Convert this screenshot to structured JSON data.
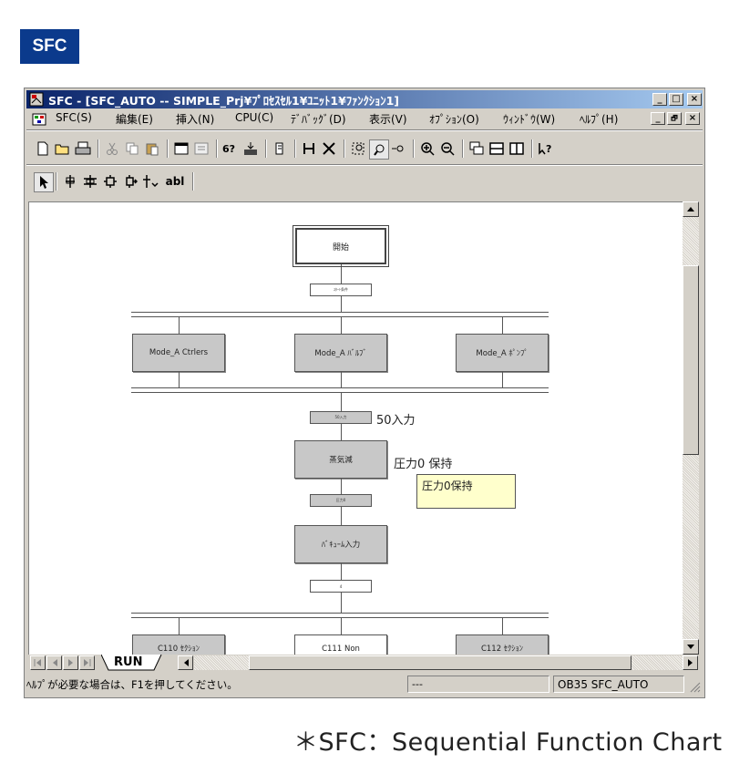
{
  "label": "SFC",
  "window": {
    "title": "SFC - [SFC_AUTO -- SIMPLE_Prj¥ﾌﾟﾛｾｽｾﾙ1¥ﾕﾆｯﾄ1¥ﾌｧﾝｸｼｮﾝ1]",
    "controls": {
      "minimize": "_",
      "maximize": "□",
      "close": "×",
      "restore": "🗗"
    }
  },
  "menu": [
    "SFC(S)",
    "編集(E)",
    "挿入(N)",
    "CPU(C)",
    "ﾃﾞﾊﾞｯｸﾞ(D)",
    "表示(V)",
    "ｵﾌﾟｼｮﾝ(O)",
    "ｳｨﾝﾄﾞｳ(W)",
    "ﾍﾙﾌﾟ(H)"
  ],
  "toolbar2": {
    "text_tool": "abl"
  },
  "diagram": {
    "start_step": "開始",
    "steps_row1": [
      "Mode_A Ctrlers",
      "Mode_A ﾊﾞﾙﾌﾞ",
      "Mode_A ﾎﾟﾝﾌﾟ"
    ],
    "step_steam": "蒸気減",
    "step_vacuum": "ﾊﾞｷｭｰﾑ入力",
    "steps_row2": [
      "C110 ｾｸｼｮﾝ",
      "C111 Non",
      "C112 ｾｸｼｮﾝ"
    ],
    "transition_label": "50入力",
    "step_label": "圧力0 保持",
    "comment": "圧力0保持",
    "trans1_text": "ｽﾀｰﾄ条件",
    "trans2_text": "50入力",
    "trans3_text": "圧力0",
    "trans4_text": "4"
  },
  "tabs": {
    "active": "RUN"
  },
  "status": {
    "help": "ﾍﾙﾌﾟが必要な場合は、F1を押してください。",
    "field2": "---",
    "field3": "OB35  SFC_AUTO"
  },
  "footnote": "＊SFC：Sequential Function Chart",
  "colors": {
    "label_bg": "#0b3a8c",
    "title_bar": "#0a246a",
    "comment_bg": "#ffffcc"
  }
}
